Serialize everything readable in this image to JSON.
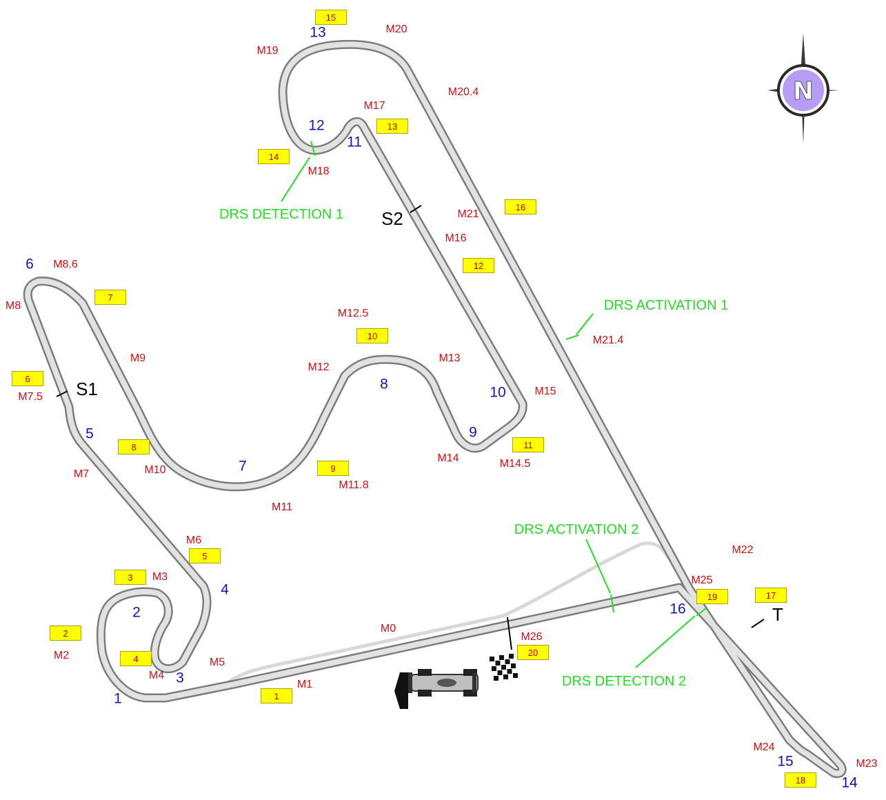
{
  "colors": {
    "track_edge": "#7c7c7c",
    "track_fill": "#e2e2e2",
    "pit_lane": "#d8d8d8",
    "turn_number": "#1414b4",
    "marker_text": "#d01010",
    "drs": "#22dd22",
    "box_fill": "#ffff00",
    "compass": "#b69cf5"
  },
  "icons": {
    "compass": "compass-north-icon",
    "car": "race-car-icon",
    "flag": "checkered-flag-icon",
    "direction": "direction-arrow-icon"
  },
  "compass_letter": "N",
  "turns": [
    "1",
    "2",
    "3",
    "4",
    "5",
    "6",
    "7",
    "8",
    "9",
    "10",
    "11",
    "12",
    "13",
    "14",
    "15",
    "16"
  ],
  "markers": [
    "M0",
    "M1",
    "M2",
    "M3",
    "M4",
    "M5",
    "M6",
    "M7",
    "M7.5",
    "M8",
    "M8.6",
    "M9",
    "M10",
    "M11",
    "M11.8",
    "M12",
    "M12.5",
    "M13",
    "M14",
    "M14.5",
    "M15",
    "M16",
    "M17",
    "M18",
    "M19",
    "M20",
    "M20.4",
    "M21",
    "M21.4",
    "M22",
    "M23",
    "M24",
    "M25",
    "M26"
  ],
  "boxes": [
    "1",
    "2",
    "3",
    "4",
    "5",
    "6",
    "7",
    "8",
    "9",
    "10",
    "11",
    "12",
    "13",
    "14",
    "15",
    "16",
    "17",
    "18",
    "19",
    "20"
  ],
  "drs": {
    "detection_1": "DRS DETECTION 1",
    "activation_1": "DRS ACTIVATION 1",
    "activation_2": "DRS ACTIVATION 2",
    "detection_2": "DRS DETECTION 2"
  },
  "sectors": {
    "s1": "S1",
    "s2": "S2",
    "t": "T"
  }
}
